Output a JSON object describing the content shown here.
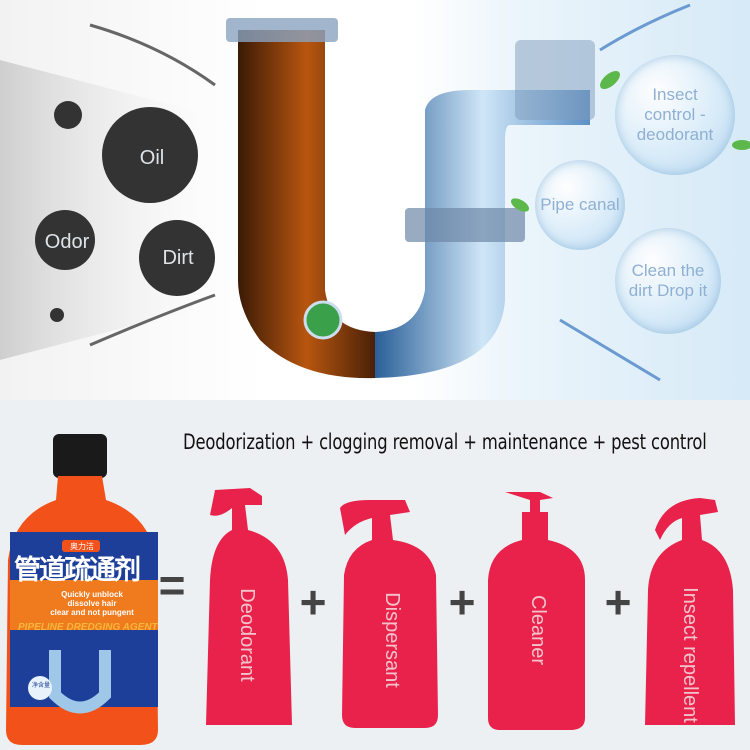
{
  "top": {
    "labels": {
      "oil": "Oil",
      "odor": "Odor",
      "dirt": "Dirt"
    },
    "bubbles": {
      "insect": "Insect control - deodorant",
      "pipe": "Pipe canal",
      "clean": "Clean the dirt Drop it"
    }
  },
  "bottom": {
    "headline": "Deodorization + clogging removal + maintenance + pest control",
    "equals": "=",
    "plus": "+",
    "product": {
      "brand": "奥力洁",
      "title_cn": "管道疏通剂",
      "tagline1": "Quickly unblock",
      "tagline2": "dissolve hair",
      "tagline3": "clear and not pungent",
      "name_en": "PIPELINE DREDGING AGENT",
      "badge": "净含量"
    },
    "items": [
      "Deodorant",
      "Dispersant",
      "Cleaner",
      "Insect  repellent"
    ]
  },
  "colors": {
    "accent_red": "#e8224b",
    "bottle_orange": "#f2521a",
    "label_blue": "#1d3f9a"
  }
}
